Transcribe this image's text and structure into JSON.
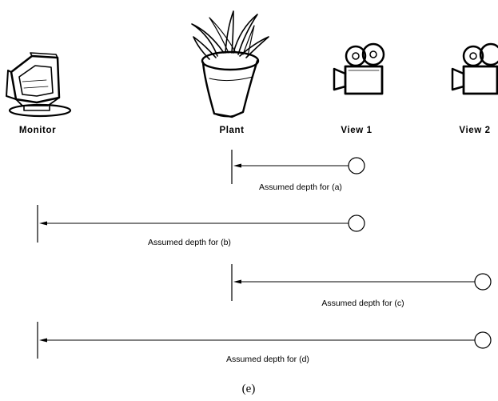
{
  "objects": [
    {
      "label": "Monitor",
      "icon": "monitor-icon"
    },
    {
      "label": "Plant",
      "icon": "plant-icon"
    },
    {
      "label": "View 1",
      "icon": "video-camera-icon"
    },
    {
      "label": "View 2",
      "icon": "video-camera-icon"
    }
  ],
  "depths": [
    {
      "label": "Assumed depth for (a)",
      "from": "View 1",
      "to": "Plant"
    },
    {
      "label": "Assumed depth for (b)",
      "from": "View 1",
      "to": "Monitor"
    },
    {
      "label": "Assumed depth for (c)",
      "from": "View 2",
      "to": "Plant"
    },
    {
      "label": "Assumed depth for (d)",
      "from": "View 2",
      "to": "Monitor"
    }
  ],
  "caption": "(e)"
}
